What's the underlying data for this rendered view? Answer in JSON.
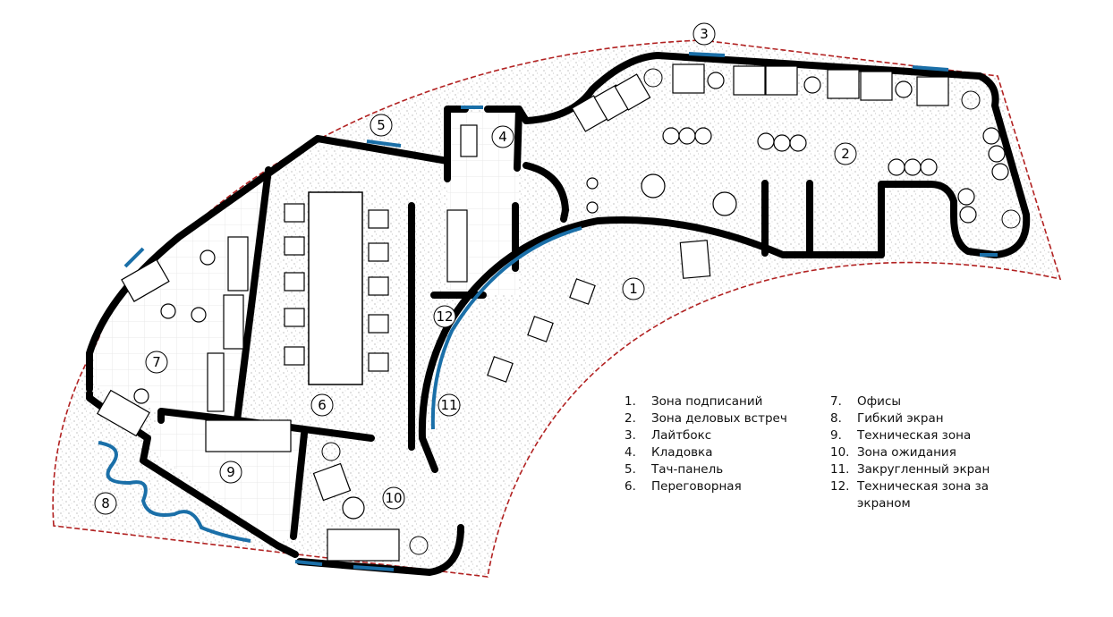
{
  "colors": {
    "wall": "#000000",
    "boundary": "#b22222",
    "screen": "#1a6fa8",
    "floor_speckle": "#9a9a9a"
  },
  "zones": [
    {
      "id": "1"
    },
    {
      "id": "2"
    },
    {
      "id": "3"
    },
    {
      "id": "4"
    },
    {
      "id": "5"
    },
    {
      "id": "6"
    },
    {
      "id": "7"
    },
    {
      "id": "8"
    },
    {
      "id": "9"
    },
    {
      "id": "10"
    },
    {
      "id": "11"
    },
    {
      "id": "12"
    }
  ],
  "legend": [
    {
      "num": "1.",
      "label": "Зона подписаний"
    },
    {
      "num": "2.",
      "label": "Зона деловых встреч"
    },
    {
      "num": "3.",
      "label": "Лайтбокс"
    },
    {
      "num": "4.",
      "label": "Кладовка"
    },
    {
      "num": "5.",
      "label": "Тач-панель"
    },
    {
      "num": "6.",
      "label": "Переговорная"
    },
    {
      "num": "7.",
      "label": "Офисы"
    },
    {
      "num": "8.",
      "label": "Гибкий экран"
    },
    {
      "num": "9.",
      "label": "Техническая зона"
    },
    {
      "num": "10.",
      "label": "Зона ожидания"
    },
    {
      "num": "11.",
      "label": "Закругленный экран"
    },
    {
      "num": "12.",
      "label": "Техническая зона за экраном"
    }
  ]
}
